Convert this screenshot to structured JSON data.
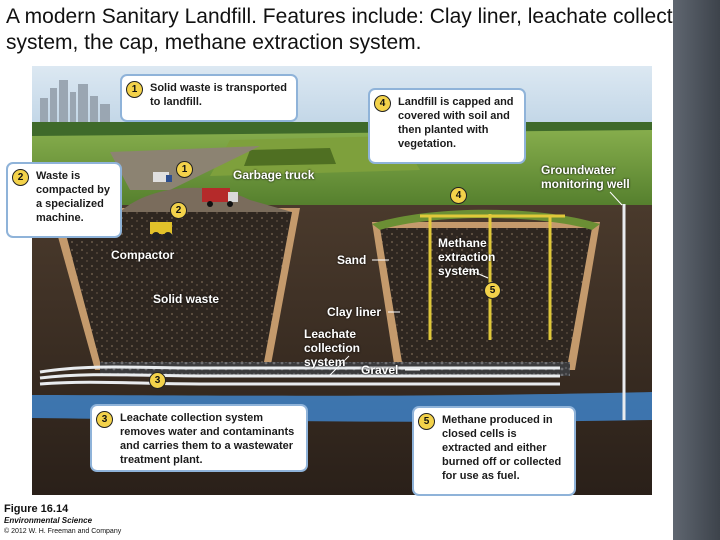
{
  "slide": {
    "title": "A modern Sanitary Landfill.  Features include: Clay liner, leachate collection system, the cap, methane extraction system."
  },
  "callouts": [
    {
      "num": "1",
      "text": "Solid waste is transported\nto landfill."
    },
    {
      "num": "2",
      "text": "Waste is\ncompacted by\na specialized\nmachine."
    },
    {
      "num": "3",
      "text": "Leachate collection system\nremoves water and contaminants\nand carries them to a wastewater\ntreatment plant."
    },
    {
      "num": "4",
      "text": "Landfill is capped and\ncovered with soil and\nthen planted with\nvegetation."
    },
    {
      "num": "5",
      "text": "Methane produced in\nclosed cells is\nextracted and either\nburned off or collected\nfor use as fuel."
    }
  ],
  "labels": {
    "garbage_truck": "Garbage truck",
    "compactor": "Compactor",
    "solid_waste": "Solid waste",
    "sand": "Sand",
    "clay_liner": "Clay liner",
    "leachate_collection_system": "Leachate\ncollection\nsystem",
    "gravel": "Gravel",
    "methane_extraction_system": "Methane\nextraction\nsystem",
    "groundwater_monitoring_well": "Groundwater\nmonitoring well"
  },
  "badges": [
    "1",
    "2",
    "3",
    "4",
    "5"
  ],
  "caption": {
    "figure": "Figure 16.14",
    "book": "Environmental Science",
    "copyright": "© 2012 W. H. Freeman and Company"
  },
  "colors": {
    "sky": "#cfe0ee",
    "grass": "#6f9a3a",
    "soil": "#3a2c22",
    "clay": "#c49a6c",
    "water": "#3f82c8",
    "callout_border": "#8fb3d9",
    "badge": "#f3d24a"
  }
}
